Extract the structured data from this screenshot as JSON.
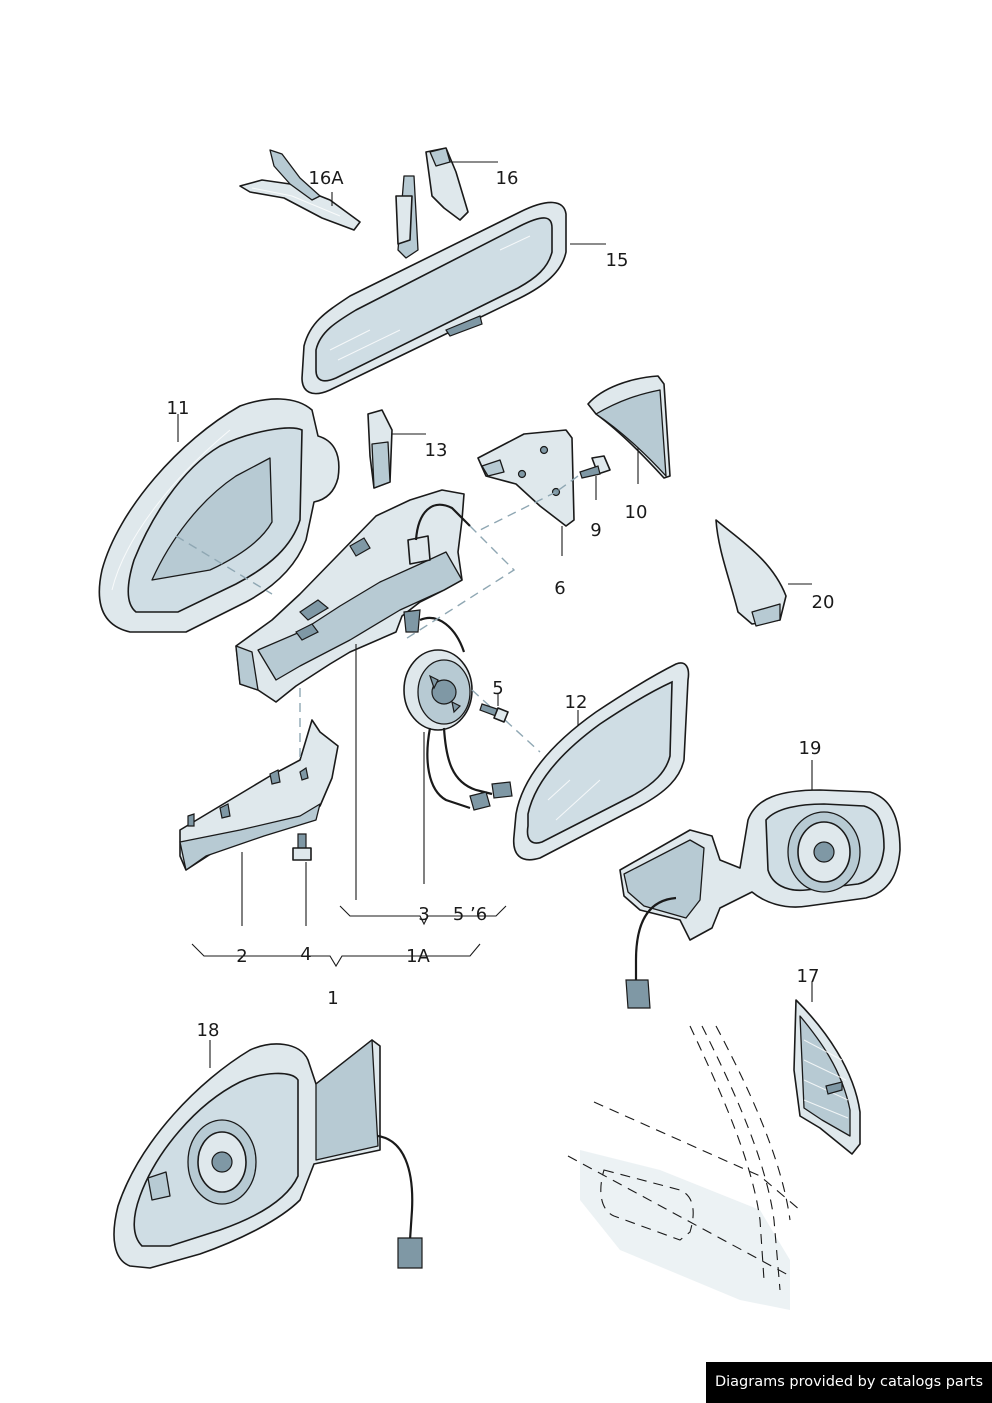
{
  "labels": {
    "l1": "1",
    "l1A": "1A",
    "l2": "2",
    "l3": "3",
    "l4": "4",
    "l5": "5",
    "l5_6": "5 ’6",
    "l6": "6",
    "l9": "9",
    "l10": "10",
    "l11": "11",
    "l12": "12",
    "l13": "13",
    "l15": "15",
    "l16": "16",
    "l16A": "16A",
    "l17": "17",
    "l18": "18",
    "l19": "19",
    "l20": "20"
  },
  "watermark": "Diagrams provided by catalogs parts"
}
